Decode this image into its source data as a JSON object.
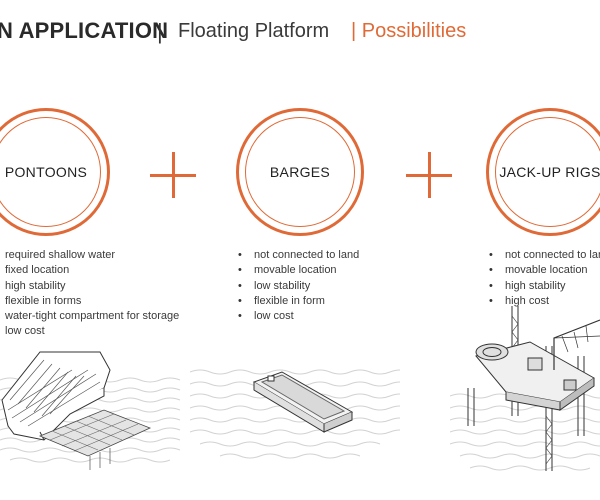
{
  "header": {
    "title": "N APPLICATION",
    "subtitle": "Floating Platform",
    "accent": "| Possibilities"
  },
  "columns": [
    {
      "label": "PONTOONS",
      "items": [
        "required shallow water",
        "fixed location",
        "high stability",
        "flexible in forms",
        "water-tight compartment for storage",
        "low cost"
      ]
    },
    {
      "label": "BARGES",
      "items": [
        "not connected to land",
        "movable location",
        "low stability",
        "flexible in form",
        "low cost"
      ]
    },
    {
      "label": "JACK-UP RIGS",
      "items": [
        "not connected to land",
        "movable location",
        "high stability",
        "high cost"
      ]
    }
  ],
  "colors": {
    "accent": "#e06a37",
    "text": "#2b2b2b",
    "wave": "#cfcfcf"
  },
  "icons": [
    "plus-icon",
    "pontoon-illustration",
    "barge-illustration",
    "jackup-rig-illustration"
  ]
}
